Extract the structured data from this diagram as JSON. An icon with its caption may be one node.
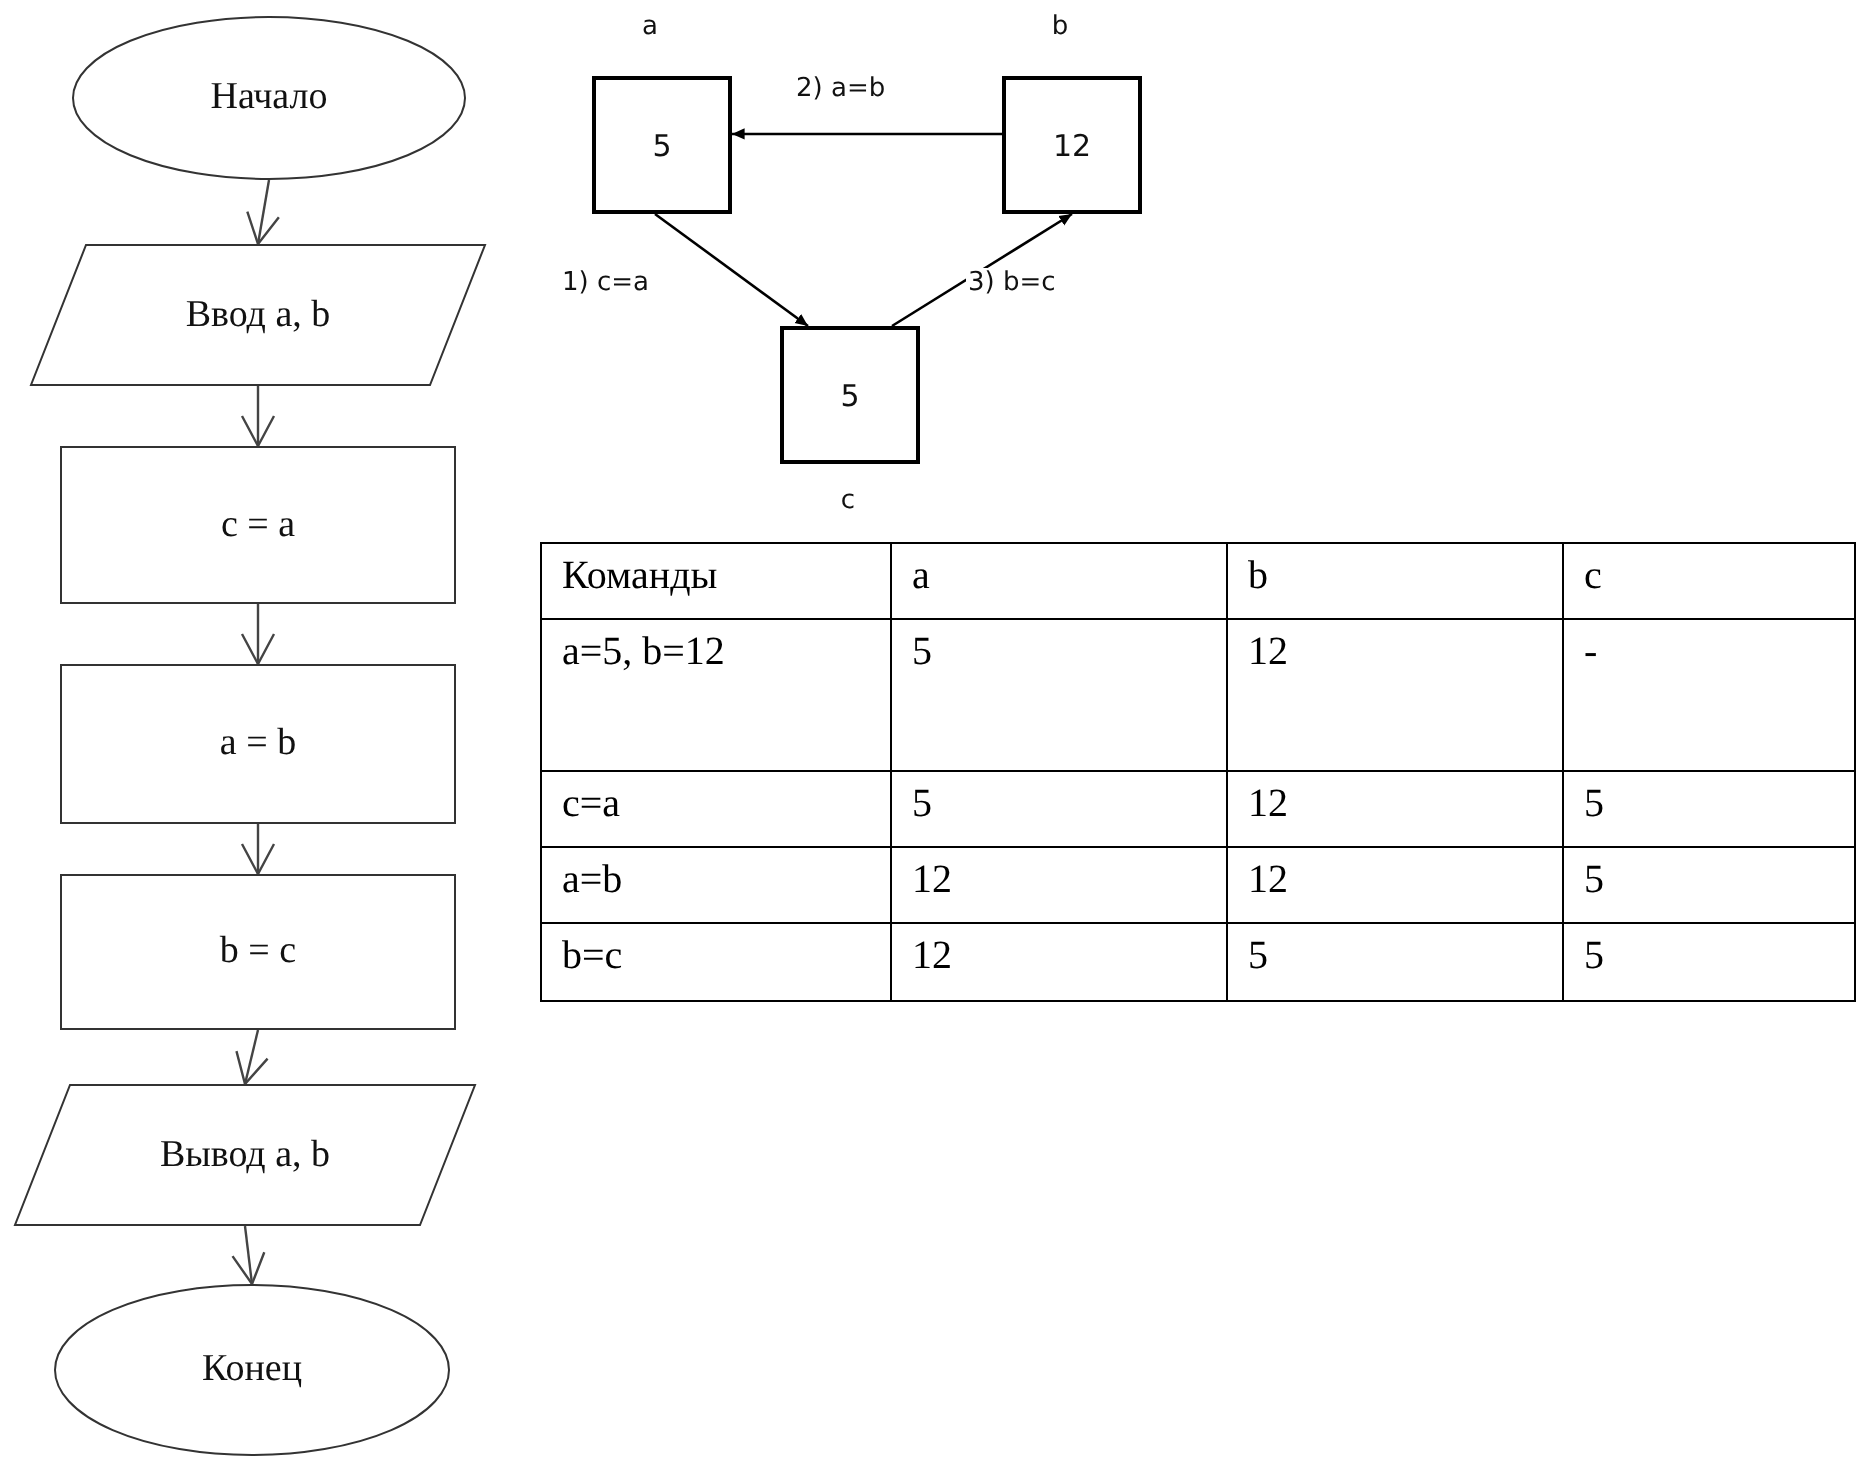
{
  "diagram": {
    "nodes": [
      {
        "text": [
          "Начало"
        ]
      },
      {
        "text": [
          "Ввод a, b"
        ]
      },
      {
        "text": [
          "c = a"
        ]
      },
      {
        "text": [
          "a = b"
        ]
      },
      {
        "text": [
          "b = c"
        ]
      },
      {
        "text": [
          "Вывод a, b"
        ]
      },
      {
        "text": [
          "Конец"
        ]
      },
      {
        "text": [
          "5"
        ],
        "beside": [
          "a"
        ]
      },
      {
        "text": [
          "12"
        ],
        "beside": [
          "b"
        ]
      },
      {
        "text": [
          "5"
        ],
        "beside": [
          "c"
        ]
      }
    ],
    "edges": [
      {
        "from": 0,
        "to": 1,
        "arrow": "to"
      },
      {
        "from": 1,
        "to": 2,
        "arrow": "to"
      },
      {
        "from": 2,
        "to": 3,
        "arrow": "to"
      },
      {
        "from": 3,
        "to": 4,
        "arrow": "to"
      },
      {
        "from": 4,
        "to": 5,
        "arrow": "to"
      },
      {
        "from": 5,
        "to": 6,
        "arrow": "to"
      },
      {
        "from": 7,
        "to": 9,
        "arrow": "to",
        "label": "1) c=a"
      },
      {
        "from": 8,
        "to": 7,
        "arrow": "to",
        "label": "2) a=b"
      },
      {
        "from": 9,
        "to": 8,
        "arrow": "to",
        "label": "3) b=c"
      }
    ],
    "labels": [
      "Команды",
      "a",
      "b",
      "c",
      "a=5, b=12",
      "5",
      "12",
      "-",
      "c=a",
      "5",
      "12",
      "5",
      "a=b",
      "12",
      "12",
      "5",
      "b=c",
      "12",
      "5",
      "5"
    ]
  }
}
